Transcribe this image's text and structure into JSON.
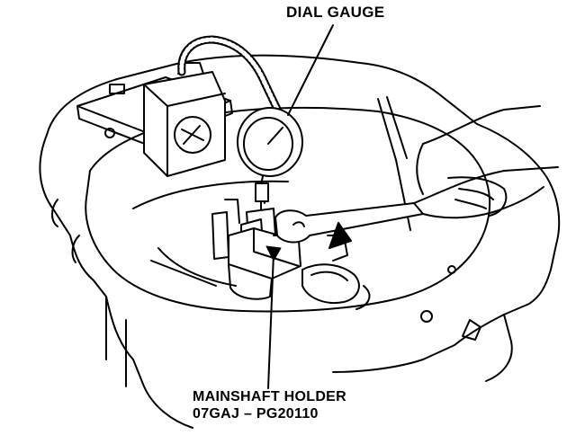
{
  "labels": {
    "dial_gauge": "DIAL GAUGE",
    "holder_name": "MAINSHAFT HOLDER",
    "holder_part": "07GAJ – PG20110"
  }
}
